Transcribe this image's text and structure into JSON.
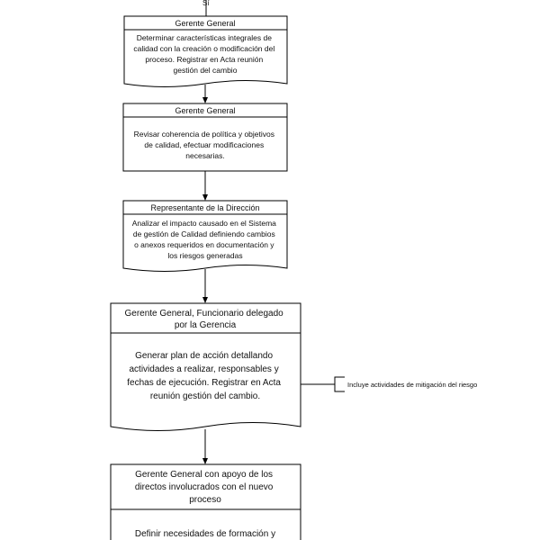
{
  "top_connector_label": "Sí",
  "steps": [
    {
      "role": "Gerente General",
      "lines": [
        "Determinar características integrales de",
        "calidad con la creación o modificación del",
        "proceso. Registrar en Acta reunión",
        "gestión del cambio"
      ]
    },
    {
      "role": "Gerente General",
      "lines": [
        "Revisar coherencia de política y objetivos",
        "de calidad, efectuar modificaciones",
        "necesarias."
      ]
    },
    {
      "role": "Representante de la Dirección",
      "lines": [
        "Analizar el impacto causado en el Sistema",
        "de gestión de Calidad definiendo cambios",
        "o anexos requeridos en documentación y",
        "los riesgos generadas"
      ]
    },
    {
      "role_lines": [
        "Gerente General,  Funcionario delegado",
        "por la Gerencia"
      ],
      "lines": [
        "Generar plan de acción detallando",
        "actividades a realizar, responsables y",
        "fechas de ejecución. Registrar en Acta",
        "reunión gestión del cambio."
      ]
    },
    {
      "role_lines": [
        "Gerente General con apoyo de los",
        "directos involucrados con el nuevo",
        "proceso"
      ],
      "lines": [
        "Definir necesidades de formación y"
      ]
    }
  ],
  "annotation": "Incluye actividades de mitigación del riesgo",
  "colors": {
    "line": "#000000",
    "background": "#ffffff"
  }
}
